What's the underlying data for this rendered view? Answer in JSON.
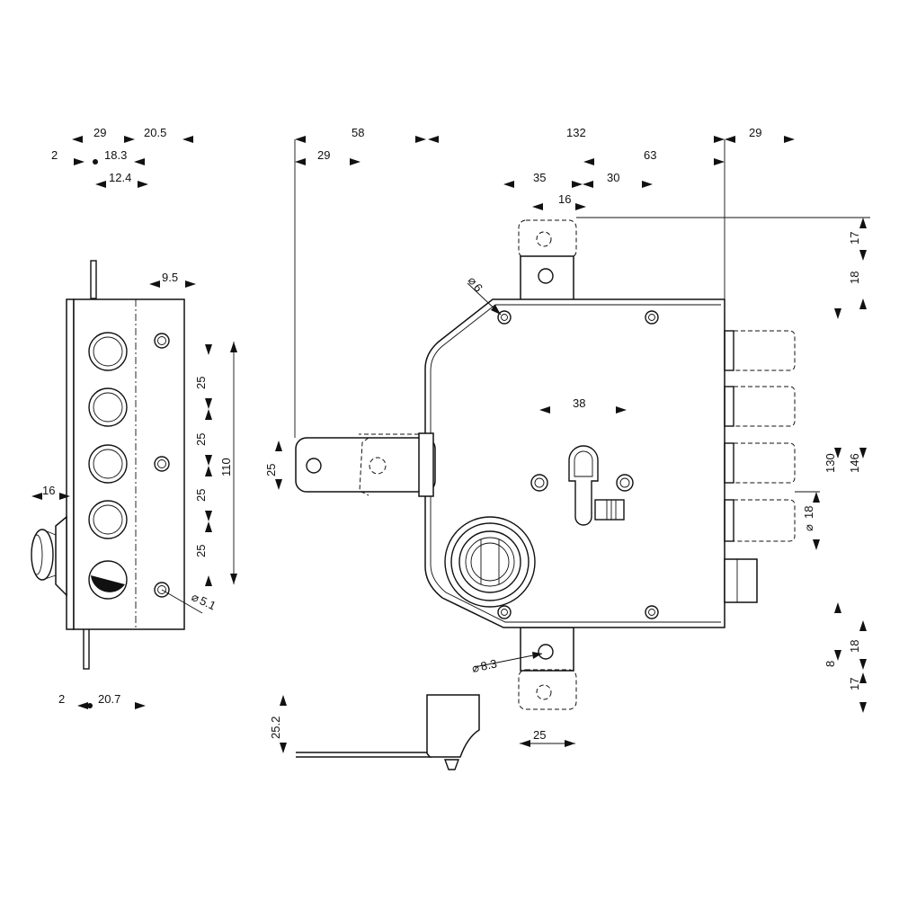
{
  "dimensions": {
    "top_29": "29",
    "top_20_5": "20.5",
    "top_2": "2",
    "top_18_3": "18.3",
    "top_12_4": "12.4",
    "side_9_5": "9.5",
    "side_25_a": "25",
    "side_25_b": "25",
    "side_25_c": "25",
    "side_25_d": "25",
    "side_110": "110",
    "side_16": "16",
    "side_5_1": "5.1",
    "bottom_2": "2",
    "bottom_20_7": "20.7",
    "front_58": "58",
    "front_29": "29",
    "front_132": "132",
    "front_63": "63",
    "front_29_right": "29",
    "front_35": "35",
    "front_30": "30",
    "front_16": "16",
    "front_6": "6",
    "front_38": "38",
    "front_25_left": "25",
    "front_8_3": "8.3",
    "front_25_bottom": "25",
    "front_25_2": "25.2",
    "right_17_top": "17",
    "right_18_top": "18",
    "right_130": "130",
    "right_146": "146",
    "right_18_bolt": "18",
    "right_8": "8",
    "right_18_bottom": "18",
    "right_17_bottom": "17"
  },
  "symbols": {
    "diameter": "⌀"
  }
}
